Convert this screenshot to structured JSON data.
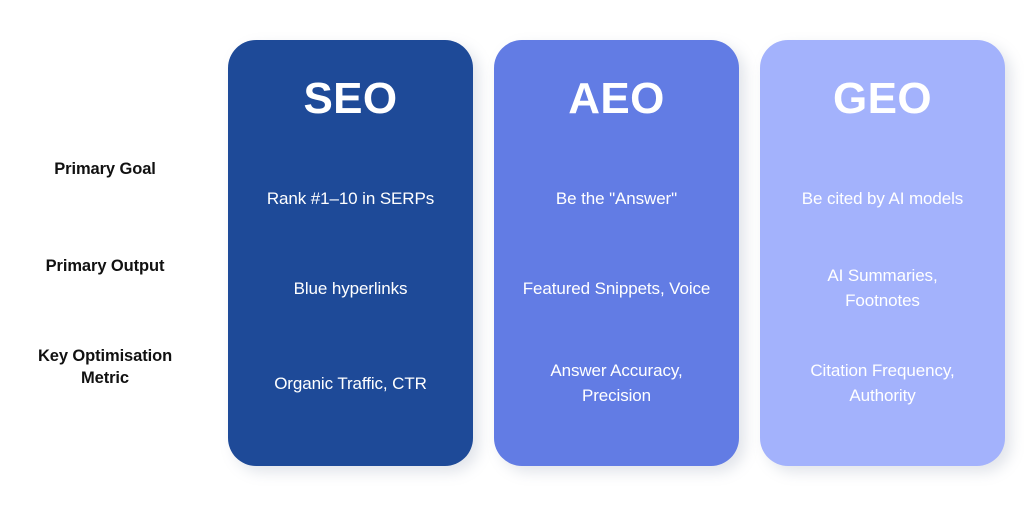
{
  "colors": {
    "background": "#ffffff",
    "seo_card": "#1e4a98",
    "aeo_card": "#627ce4",
    "geo_card": "#a3b2fc",
    "label_text": "#111111",
    "card_text": "#ffffff"
  },
  "rows": [
    {
      "label": "Primary Goal"
    },
    {
      "label": "Primary Output"
    },
    {
      "label": "Key Optimisation\nMetric"
    }
  ],
  "columns": [
    {
      "title": "SEO",
      "color": "#1e4a98",
      "cells": [
        "Rank #1–10 in SERPs",
        "Blue hyperlinks",
        "Organic Traffic, CTR"
      ]
    },
    {
      "title": "AEO",
      "color": "#627ce4",
      "cells": [
        "Be the \"Answer\"",
        "Featured Snippets, Voice",
        "Answer Accuracy,\nPrecision"
      ]
    },
    {
      "title": "GEO",
      "color": "#a3b2fc",
      "cells": [
        "Be cited by AI models",
        "AI Summaries,\nFootnotes",
        "Citation Frequency,\nAuthority"
      ]
    }
  ]
}
